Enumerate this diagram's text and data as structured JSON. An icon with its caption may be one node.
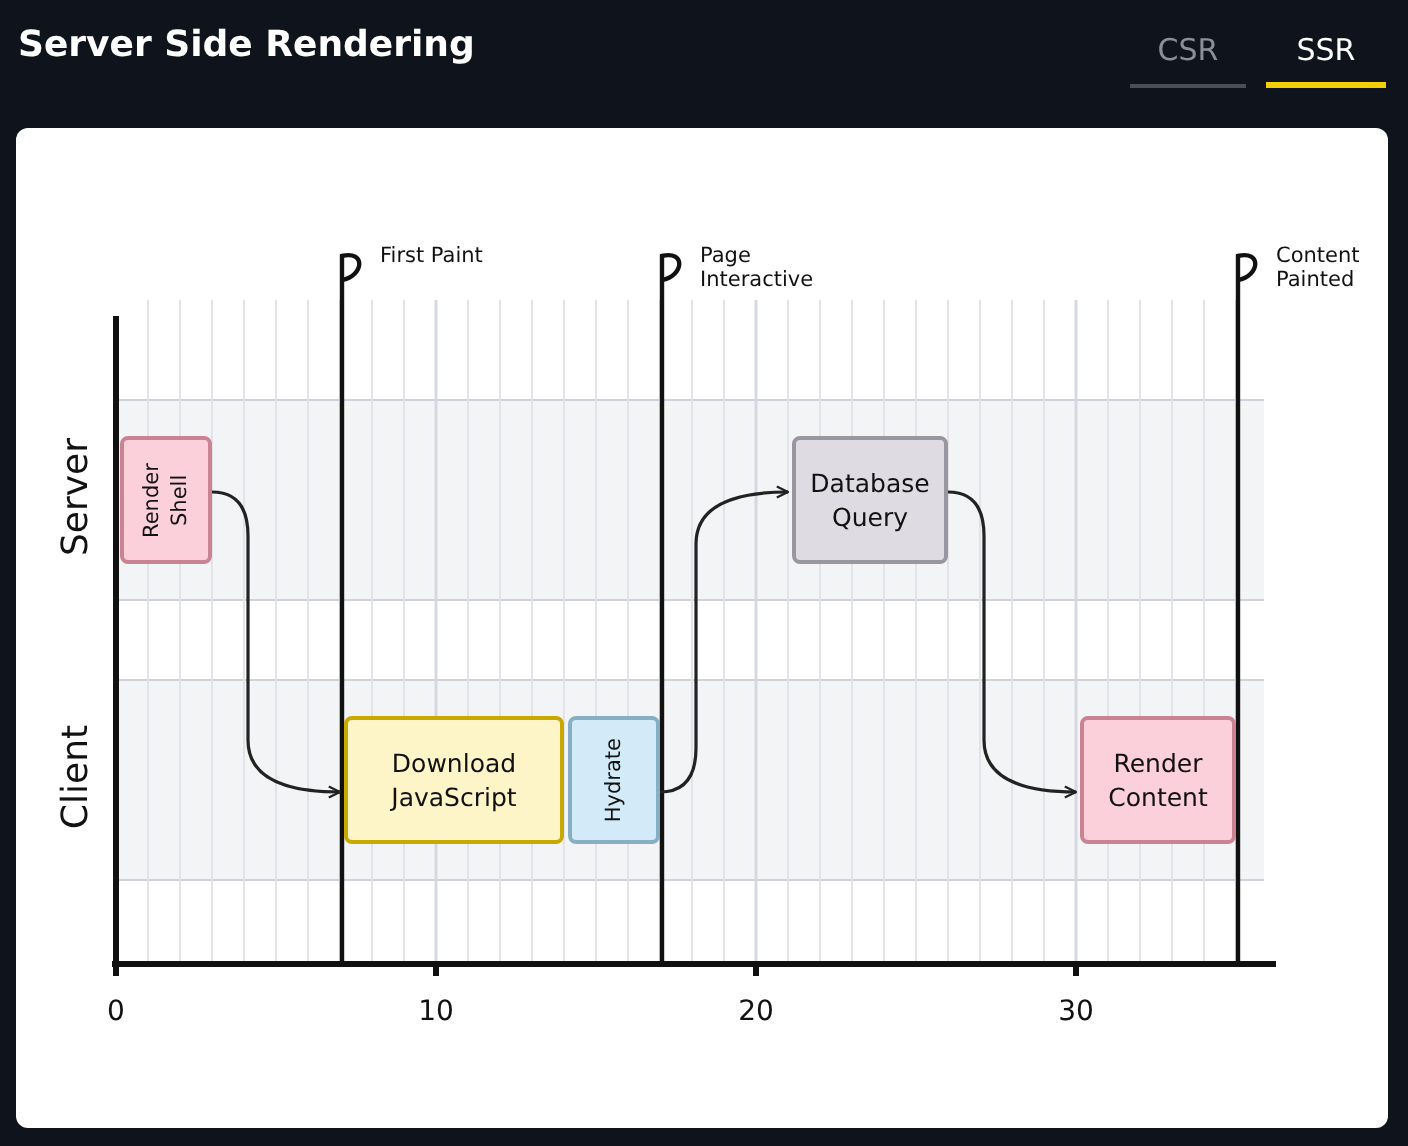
{
  "diagram": {
    "title": "Server Side Rendering",
    "nodes": [
      {
        "text": [
          "Render Shell"
        ]
      },
      {
        "text": [
          "Download JavaScript"
        ]
      },
      {
        "text": [
          "Hydrate"
        ]
      },
      {
        "text": [
          "Database Query"
        ]
      },
      {
        "text": [
          "Render Content"
        ]
      }
    ],
    "edges": [
      {
        "from": 0,
        "to": 1,
        "arrow": "to"
      },
      {
        "from": 2,
        "to": 3,
        "arrow": "to"
      },
      {
        "from": 3,
        "to": 4,
        "arrow": "to"
      }
    ],
    "labels": [
      "CSR",
      "SSR",
      "First Paint",
      "Page Interactive",
      "Content Painted",
      "Server",
      "Client",
      "0",
      "10",
      "20",
      "30"
    ]
  }
}
